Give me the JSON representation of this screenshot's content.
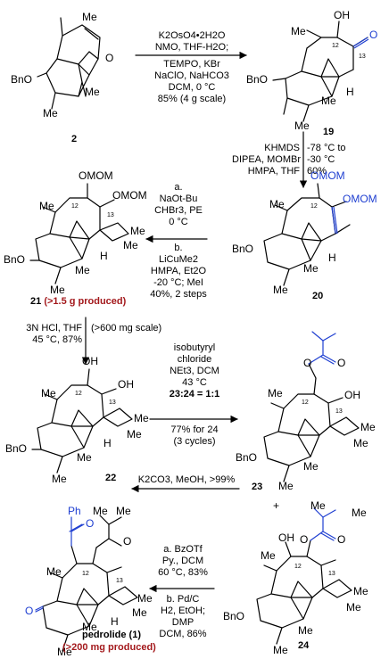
{
  "compounds": {
    "c2": {
      "number": "2"
    },
    "c19": {
      "number": "19"
    },
    "c20": {
      "number": "20"
    },
    "c21": {
      "number": "21",
      "note": "(>1.5 g produced)"
    },
    "c22": {
      "number": "22"
    },
    "c23": {
      "number": "23"
    },
    "c24": {
      "number": "24"
    },
    "c1": {
      "name": "pedrolide (1)",
      "note": "(>200 mg produced)"
    }
  },
  "atoms": {
    "me": "Me",
    "bno": "BnO",
    "oh": "OH",
    "omom": "OMOM",
    "o": "O",
    "h": "H",
    "ph": "Ph",
    "c12": "12",
    "c13": "13",
    "plus": "+"
  },
  "steps": {
    "s1": {
      "lines": [
        "K2OsO4•2H2O",
        "NMO, THF-H2O;",
        "TEMPO, KBr",
        "NaClO, NaHCO3",
        "DCM, 0 °C",
        "85% (4 g scale)"
      ]
    },
    "s2": {
      "left": [
        "KHMDS",
        "DIPEA, MOMBr",
        "HMPA, THF"
      ],
      "right": [
        "-78 °C to",
        "-30 °C",
        "60%"
      ]
    },
    "s3": {
      "top": [
        "a.",
        "NaOt-Bu",
        "CHBr3, PE",
        "0 °C"
      ],
      "bottom": [
        "b.",
        "LiCuMe2",
        "HMPA, Et2O",
        "-20 °C; MeI",
        "40%, 2 steps"
      ]
    },
    "s4": {
      "left": [
        "3N HCl, THF",
        "45 °C, 87%"
      ],
      "right": [
        "(>600 mg scale)"
      ]
    },
    "s5": {
      "lines": [
        "isobutyryl",
        "chloride",
        "NEt3, DCM",
        "43 °C",
        "23:24 = 1:1",
        "77% for 24",
        "(3 cycles)"
      ]
    },
    "s6": {
      "text": "K2CO3, MeOH, >99%"
    },
    "s7": {
      "top": [
        "a. BzOTf",
        "Py., DCM",
        "60 °C, 83%"
      ],
      "bottom": [
        "b. Pd/C",
        "H2, EtOH;",
        "DMP",
        "DCM, 86%"
      ]
    }
  },
  "colors": {
    "accent_blue": "#1f3fd1",
    "accent_red": "#a3191c",
    "ink": "#000000"
  }
}
